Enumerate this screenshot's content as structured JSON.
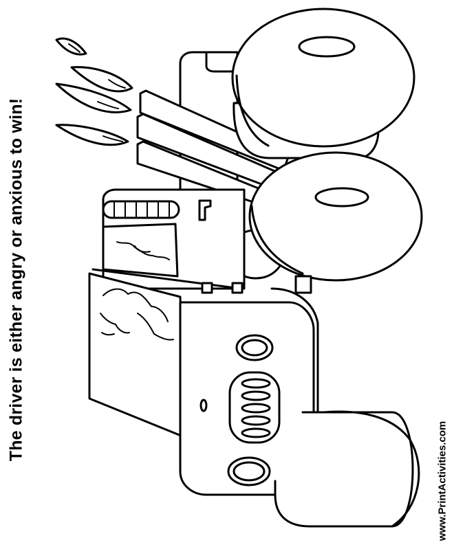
{
  "caption": "The driver is either angry or anxious to win!",
  "watermark": "www.PrintActivities.com",
  "colors": {
    "ink": "#000000",
    "paper": "#ffffff"
  },
  "illustration": "monster-truck-coloring-page"
}
